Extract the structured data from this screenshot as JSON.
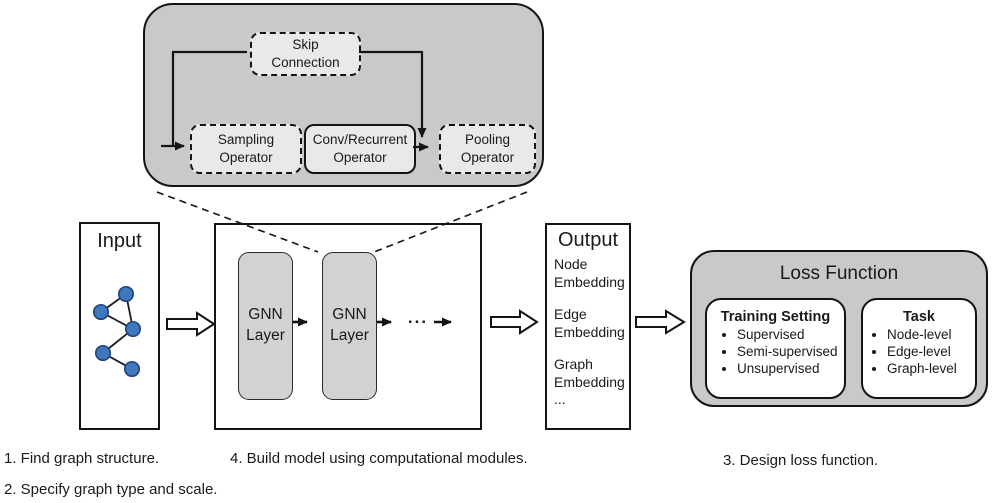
{
  "module_detail": {
    "skip_label": "Skip Connection",
    "sampling_label": "Sampling Operator",
    "conv_label": "Conv/Recurrent Operator",
    "pooling_label": "Pooling Operator"
  },
  "pipeline": {
    "input_title": "Input",
    "gnn_layer_1": "GNN Layer",
    "gnn_layer_2": "GNN Layer",
    "ellipsis": "...",
    "output_title": "Output",
    "output_items": [
      "Node Embedding",
      "Edge Embedding",
      "Graph Embedding",
      "..."
    ]
  },
  "loss": {
    "title": "Loss Function",
    "training": {
      "title": "Training Setting",
      "items": [
        "Supervised",
        "Semi-supervised",
        "Unsupervised"
      ]
    },
    "task": {
      "title": "Task",
      "items": [
        "Node-level",
        "Edge-level",
        "Graph-level"
      ]
    }
  },
  "captions": {
    "step1": "1. Find graph structure.",
    "step2": "2. Specify graph type and scale.",
    "step4": "4. Build model using computational modules.",
    "step3": "3. Design loss function."
  },
  "colors": {
    "panel_gray": "#c9c9c9",
    "operator_gray": "#e9e9e9",
    "gnn_gray": "#d2d2d2",
    "node_blue_fill": "#3e78bd",
    "node_blue_border": "#24477f",
    "line_black": "#141414"
  },
  "icons": {
    "input_graph": "graph-illustration",
    "block_arrows": "hollow-right-arrow"
  }
}
